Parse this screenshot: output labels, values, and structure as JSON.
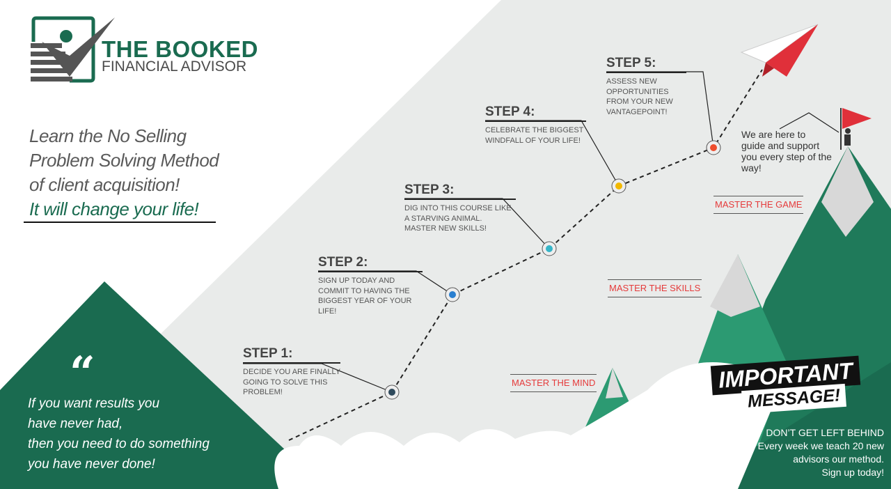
{
  "brand": {
    "line1": "THE BOOKED",
    "line2": "FINANCIAL ADVISOR"
  },
  "tagline": {
    "line1": "Learn the No Selling",
    "line2": "Problem Solving Method",
    "line3": "of client acquisition!",
    "line4": "It will change your life!"
  },
  "steps": [
    {
      "title": "STEP 1:",
      "desc": "Decide you are finally going to solve this problem!"
    },
    {
      "title": "STEP 2:",
      "desc": "Sign up today and commit to having the biggest year of your life!"
    },
    {
      "title": "STEP 3:",
      "desc": "Dig into this course like a starving animal. Master new skills!"
    },
    {
      "title": "STEP 4:",
      "desc": "Celebrate the biggest windfall of your life!"
    },
    {
      "title": "STEP 5:",
      "desc": "Assess new opportunities from your new vantagepoint!"
    }
  ],
  "masters": {
    "mind": "MASTER THE MIND",
    "skills": "MASTER THE SKILLS",
    "game": "MASTER THE GAME"
  },
  "guide": "We are here to guide and support you every step of the way!",
  "quote": {
    "mark": "“",
    "l1": "If you want results you",
    "l2": "have never had,",
    "l3": "then you need to do something",
    "l4": "you have never done!"
  },
  "important": {
    "l1": "IMPORTANT",
    "l2": "MESSAGE!",
    "t1": "DON’T GET LEFT BEHIND",
    "t2": "Every week we teach 20 new",
    "t3": "advisors our method.",
    "t4": "Sign up today!"
  },
  "colors": {
    "green": "#1a6b50",
    "red": "#e53a3a",
    "dots": [
      "#2f4a5c",
      "#2a7fd0",
      "#36b5c8",
      "#f2b800",
      "#ee4d2d"
    ]
  }
}
